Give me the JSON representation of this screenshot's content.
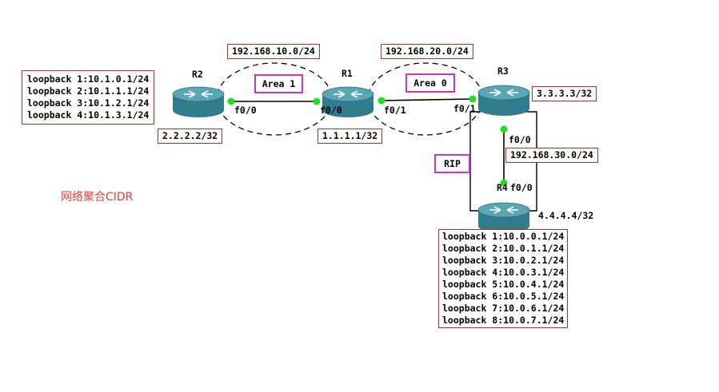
{
  "title": "网络聚合CIDR",
  "colors": {
    "router_top": "#4e9aa8",
    "router_body": "#2f7d8c",
    "link": "#000000",
    "port": "#22dd22",
    "box_border": "#c8281e",
    "area_border": "#cc33cc",
    "title": "#e03c3c"
  },
  "routers": {
    "r1": {
      "name": "R1",
      "icon": "router-icon"
    },
    "r2": {
      "name": "R2",
      "icon": "router-icon"
    },
    "r3": {
      "name": "R3",
      "icon": "router-icon"
    },
    "r4": {
      "name": "R4",
      "icon": "router-icon"
    }
  },
  "networks": {
    "net_10": "192.168.10.0/24",
    "net_20": "192.168.20.0/24",
    "net_30": "192.168.30.0/24"
  },
  "areas": {
    "area1": "Area 1",
    "area0": "Area 0",
    "rip": "RIP"
  },
  "router_ids": {
    "r1": "1.1.1.1/32",
    "r2": "2.2.2.2/32",
    "r3": "3.3.3.3/32",
    "r4": "4.4.4.4/32"
  },
  "interfaces": {
    "r2_f00": "f0/0",
    "r1_f00": "f0/0",
    "r1_f01": "f0/1",
    "r3_f01": "f0/1",
    "r3_f00": "f0/0",
    "r4_f00": "f0/0"
  },
  "r2_loopbacks": [
    "loopback 1:10.1.0.1/24",
    "loopback 2:10.1.1.1/24",
    "loopback 3:10.1.2.1/24",
    "loopback 4:10.1.3.1/24"
  ],
  "r4_loopbacks": [
    "loopback 1:10.0.0.1/24",
    "loopback 2:10.0.1.1/24",
    "loopback 3:10.0.2.1/24",
    "loopback 4:10.0.3.1/24",
    "loopback 5:10.0.4.1/24",
    "loopback 6:10.0.5.1/24",
    "loopback 7:10.0.6.1/24",
    "loopback 8:10.0.7.1/24"
  ]
}
